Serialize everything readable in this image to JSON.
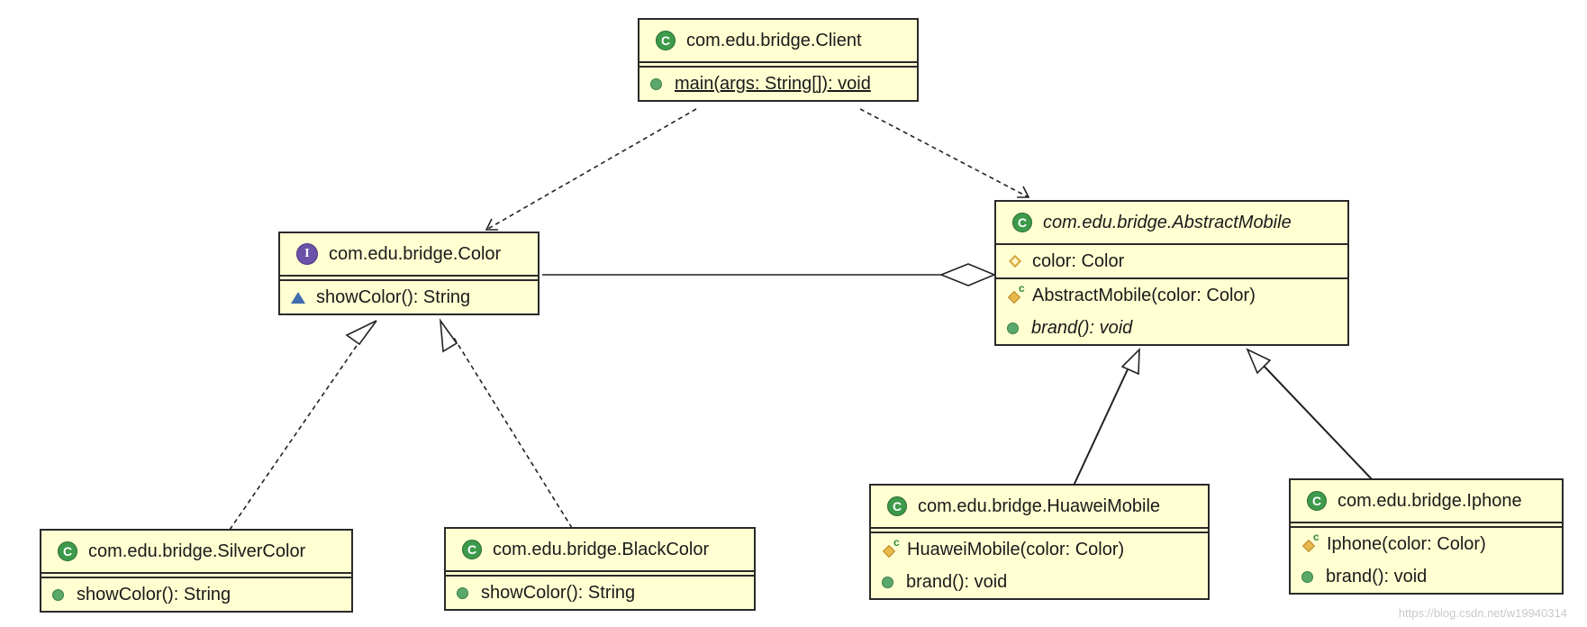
{
  "classes": {
    "client": {
      "name": "com.edu.bridge.Client",
      "methods": [
        {
          "text": "main(args: String[]): void"
        }
      ]
    },
    "color": {
      "name": "com.edu.bridge.Color",
      "methods": [
        {
          "text": "showColor(): String"
        }
      ]
    },
    "abstract_mobile": {
      "name": "com.edu.bridge.AbstractMobile",
      "fields": [
        {
          "text": "color: Color"
        }
      ],
      "methods": [
        {
          "text": "AbstractMobile(color: Color)"
        },
        {
          "text": "brand(): void"
        }
      ]
    },
    "silver_color": {
      "name": "com.edu.bridge.SilverColor",
      "methods": [
        {
          "text": "showColor(): String"
        }
      ]
    },
    "black_color": {
      "name": "com.edu.bridge.BlackColor",
      "methods": [
        {
          "text": "showColor(): String"
        }
      ]
    },
    "huawei_mobile": {
      "name": "com.edu.bridge.HuaweiMobile",
      "methods": [
        {
          "text": "HuaweiMobile(color: Color)"
        },
        {
          "text": "brand(): void"
        }
      ]
    },
    "iphone": {
      "name": "com.edu.bridge.Iphone",
      "methods": [
        {
          "text": "Iphone(color: Color)"
        },
        {
          "text": "brand(): void"
        }
      ]
    }
  },
  "icons": {
    "class_letter": "C",
    "interface_letter": "I",
    "constructor_letter": "c"
  },
  "colors": {
    "class_fill": "#ffffd2",
    "class_icon": "#3d9a4a",
    "interface_icon": "#6b52a8"
  },
  "watermark": "https://blog.csdn.net/w19940314"
}
